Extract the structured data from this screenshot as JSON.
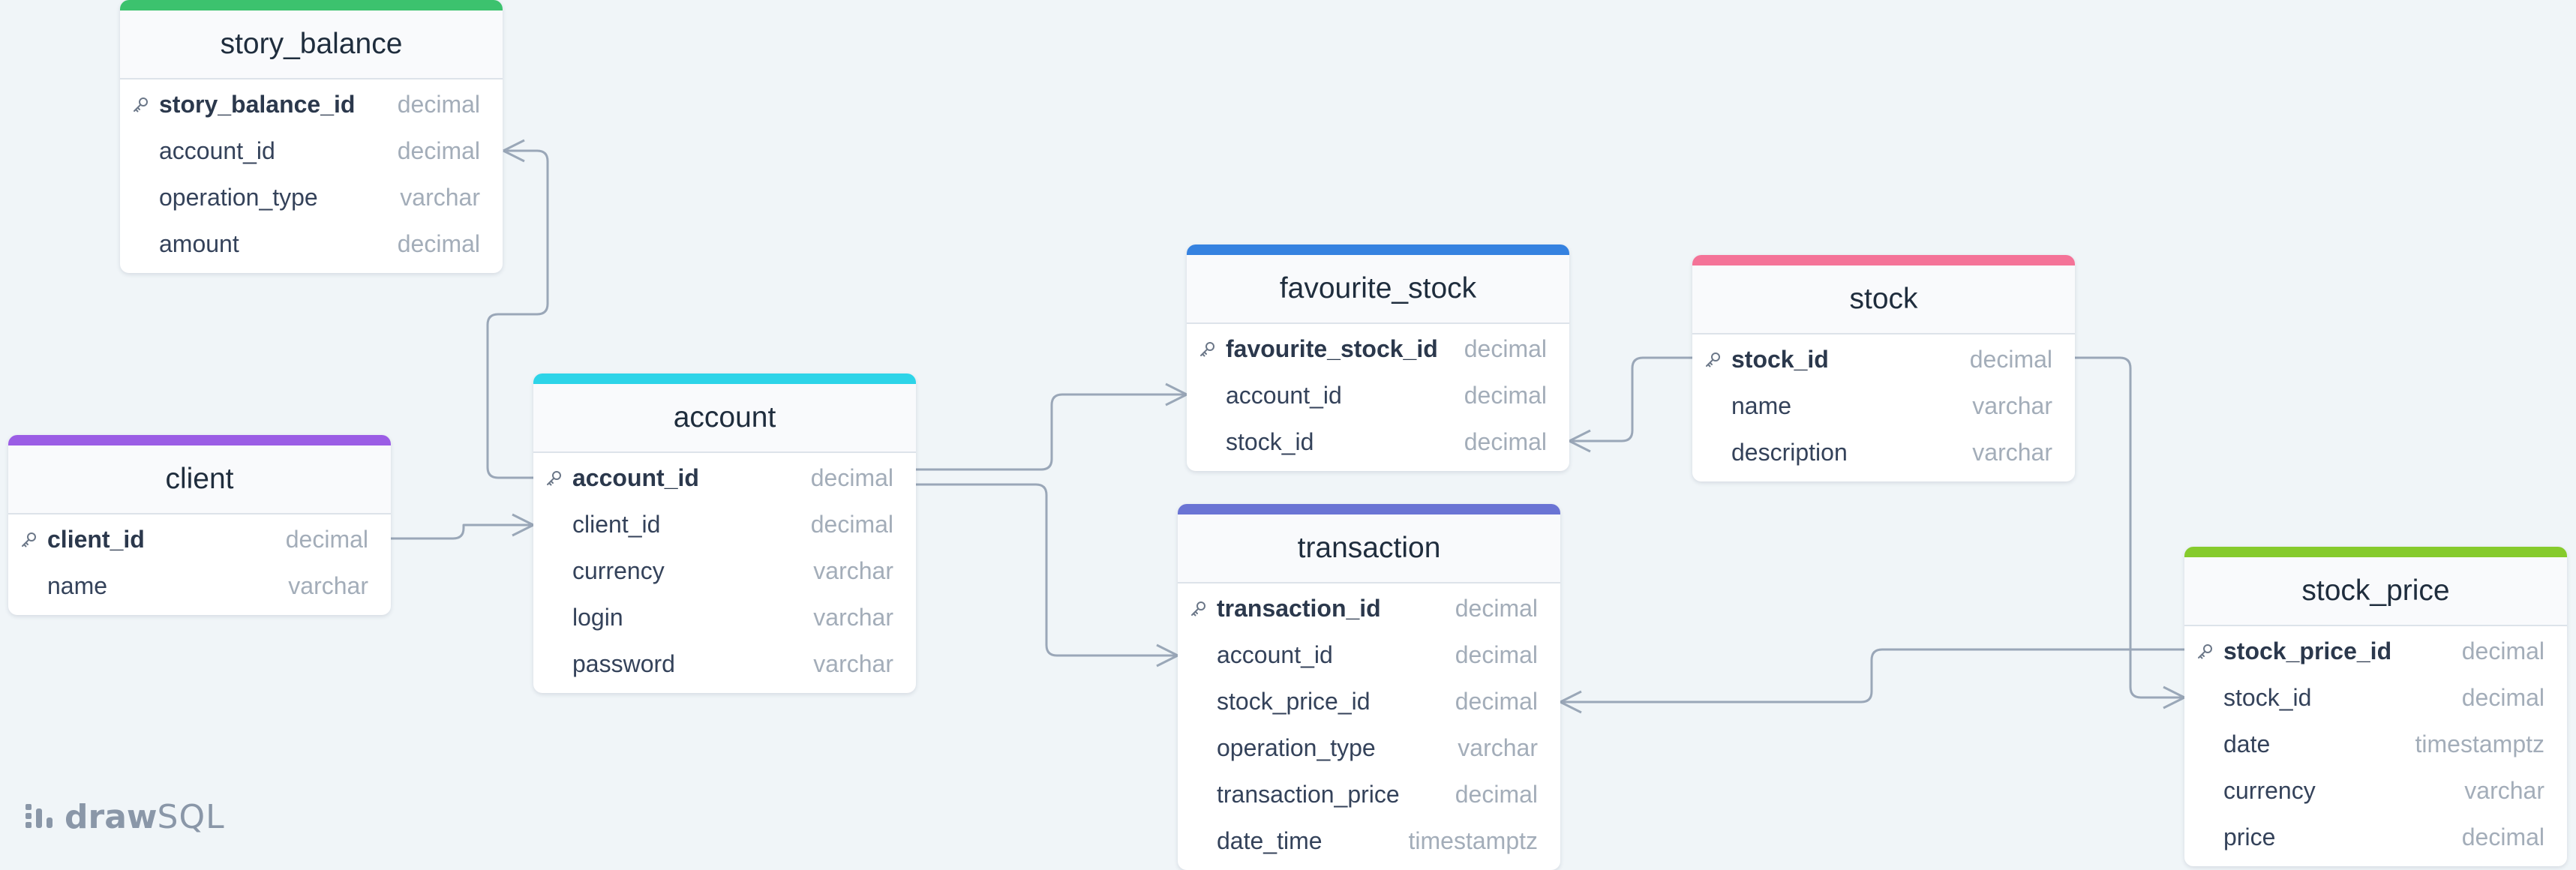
{
  "app": {
    "logo_primary": "draw",
    "logo_secondary": "SQL"
  },
  "colors": {
    "story_balance": "#3cc26e",
    "client": "#9b5de5",
    "account": "#2dd4e8",
    "favourite_stock": "#3582e0",
    "stock": "#f47398",
    "transaction": "#6a74d4",
    "stock_price": "#86cb2c",
    "connector": "#9aa7b8"
  },
  "tables": {
    "story_balance": {
      "name": "story_balance",
      "columns": [
        {
          "name": "story_balance_id",
          "type": "decimal",
          "pk": true
        },
        {
          "name": "account_id",
          "type": "decimal"
        },
        {
          "name": "operation_type",
          "type": "varchar"
        },
        {
          "name": "amount",
          "type": "decimal"
        }
      ]
    },
    "client": {
      "name": "client",
      "columns": [
        {
          "name": "client_id",
          "type": "decimal",
          "pk": true
        },
        {
          "name": "name",
          "type": "varchar"
        }
      ]
    },
    "account": {
      "name": "account",
      "columns": [
        {
          "name": "account_id",
          "type": "decimal",
          "pk": true
        },
        {
          "name": "client_id",
          "type": "decimal"
        },
        {
          "name": "currency",
          "type": "varchar"
        },
        {
          "name": "login",
          "type": "varchar"
        },
        {
          "name": "password",
          "type": "varchar"
        }
      ]
    },
    "favourite_stock": {
      "name": "favourite_stock",
      "columns": [
        {
          "name": "favourite_stock_id",
          "type": "decimal",
          "pk": true
        },
        {
          "name": "account_id",
          "type": "decimal"
        },
        {
          "name": "stock_id",
          "type": "decimal"
        }
      ]
    },
    "stock": {
      "name": "stock",
      "columns": [
        {
          "name": "stock_id",
          "type": "decimal",
          "pk": true
        },
        {
          "name": "name",
          "type": "varchar"
        },
        {
          "name": "description",
          "type": "varchar"
        }
      ]
    },
    "transaction": {
      "name": "transaction",
      "columns": [
        {
          "name": "transaction_id",
          "type": "decimal",
          "pk": true
        },
        {
          "name": "account_id",
          "type": "decimal"
        },
        {
          "name": "stock_price_id",
          "type": "decimal"
        },
        {
          "name": "operation_type",
          "type": "varchar"
        },
        {
          "name": "transaction_price",
          "type": "decimal"
        },
        {
          "name": "date_time",
          "type": "timestamptz"
        }
      ]
    },
    "stock_price": {
      "name": "stock_price",
      "columns": [
        {
          "name": "stock_price_id",
          "type": "decimal",
          "pk": true
        },
        {
          "name": "stock_id",
          "type": "decimal"
        },
        {
          "name": "date",
          "type": "timestamptz"
        },
        {
          "name": "currency",
          "type": "varchar"
        },
        {
          "name": "price",
          "type": "decimal"
        }
      ]
    }
  }
}
